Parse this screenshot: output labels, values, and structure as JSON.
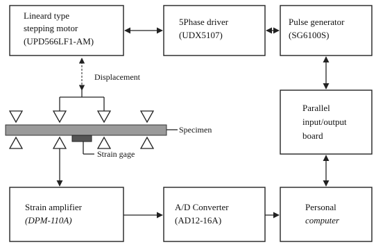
{
  "blocks": {
    "motor": [
      "Lineard type",
      "stepping motor",
      "(UPD566LF1-AM)"
    ],
    "driver": [
      "5Phase driver",
      "(UDX5107)"
    ],
    "pulse": [
      "Pulse generator",
      "(SG6100S)"
    ],
    "parallel": [
      "Parallel",
      "input/output",
      "board"
    ],
    "amplifier": [
      "Strain amplifier",
      "(DPM-110A)"
    ],
    "adc": [
      "A/D Converter",
      "(AD12-16A)"
    ],
    "pc": [
      "Personal",
      "computer"
    ]
  },
  "labels": {
    "displacement": "Displacement",
    "specimen": "Specimen",
    "strain_gage": "Strain gage"
  },
  "colors": {
    "specimen_fill": "#9a9a9a",
    "gage_fill": "#555555",
    "line": "#222222"
  }
}
